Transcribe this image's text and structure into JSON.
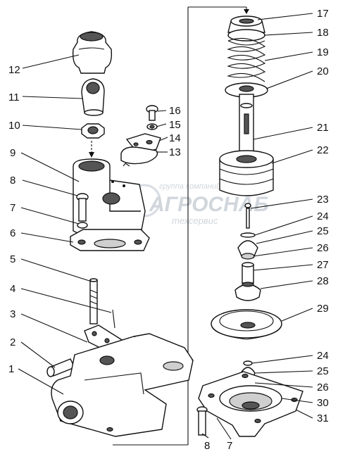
{
  "callouts": [
    {
      "id": "c1",
      "text": "1"
    },
    {
      "id": "c2",
      "text": "2"
    },
    {
      "id": "c3",
      "text": "3"
    },
    {
      "id": "c4",
      "text": "4"
    },
    {
      "id": "c5",
      "text": "5"
    },
    {
      "id": "c6",
      "text": "6"
    },
    {
      "id": "c7",
      "text": "7"
    },
    {
      "id": "c8",
      "text": "8"
    },
    {
      "id": "c9",
      "text": "9"
    },
    {
      "id": "c10",
      "text": "10"
    },
    {
      "id": "c11",
      "text": "11"
    },
    {
      "id": "c12",
      "text": "12"
    },
    {
      "id": "c13",
      "text": "13"
    },
    {
      "id": "c14",
      "text": "14"
    },
    {
      "id": "c15",
      "text": "15"
    },
    {
      "id": "c16",
      "text": "16"
    },
    {
      "id": "c17",
      "text": "17"
    },
    {
      "id": "c18",
      "text": "18"
    },
    {
      "id": "c19",
      "text": "19"
    },
    {
      "id": "c20",
      "text": "20"
    },
    {
      "id": "c21",
      "text": "21"
    },
    {
      "id": "c22",
      "text": "22"
    },
    {
      "id": "c23",
      "text": "23"
    },
    {
      "id": "c24a",
      "text": "24"
    },
    {
      "id": "c25a",
      "text": "25"
    },
    {
      "id": "c26a",
      "text": "26"
    },
    {
      "id": "c27",
      "text": "27"
    },
    {
      "id": "c28",
      "text": "28"
    },
    {
      "id": "c29",
      "text": "29"
    },
    {
      "id": "c24b",
      "text": "24"
    },
    {
      "id": "c25b",
      "text": "25"
    },
    {
      "id": "c26b",
      "text": "26"
    },
    {
      "id": "c30",
      "text": "30"
    },
    {
      "id": "c31",
      "text": "31"
    },
    {
      "id": "c8b",
      "text": "8"
    },
    {
      "id": "c7b",
      "text": "7"
    }
  ],
  "watermark": {
    "line1": "группа компаний",
    "line2": "АГРОСНАБ",
    "line3": "техсервис"
  }
}
